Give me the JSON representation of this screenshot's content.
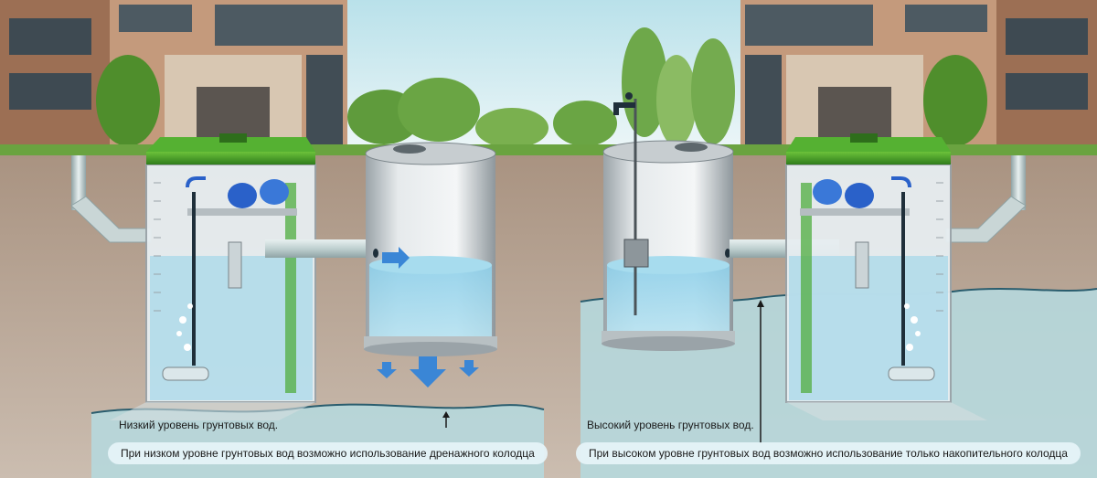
{
  "captions": {
    "left_level": "Низкий уровень грунтовых вод.",
    "left_note": "При низком уровне грунтовых вод возможно использование дренажного колодца",
    "right_level": "Высокий уровень грунтовых вод.",
    "right_note": "При высоком уровне грунтовых вод возможно использование только накопительного колодца"
  },
  "colors": {
    "sky": "#cfe9ef",
    "soil": "#b7a594",
    "grass": "#5f9a3a",
    "lid": "#4aa02a",
    "water": "#7fc3e0",
    "groundwater": "#b9dbe1",
    "tank": "#d8dde0"
  }
}
